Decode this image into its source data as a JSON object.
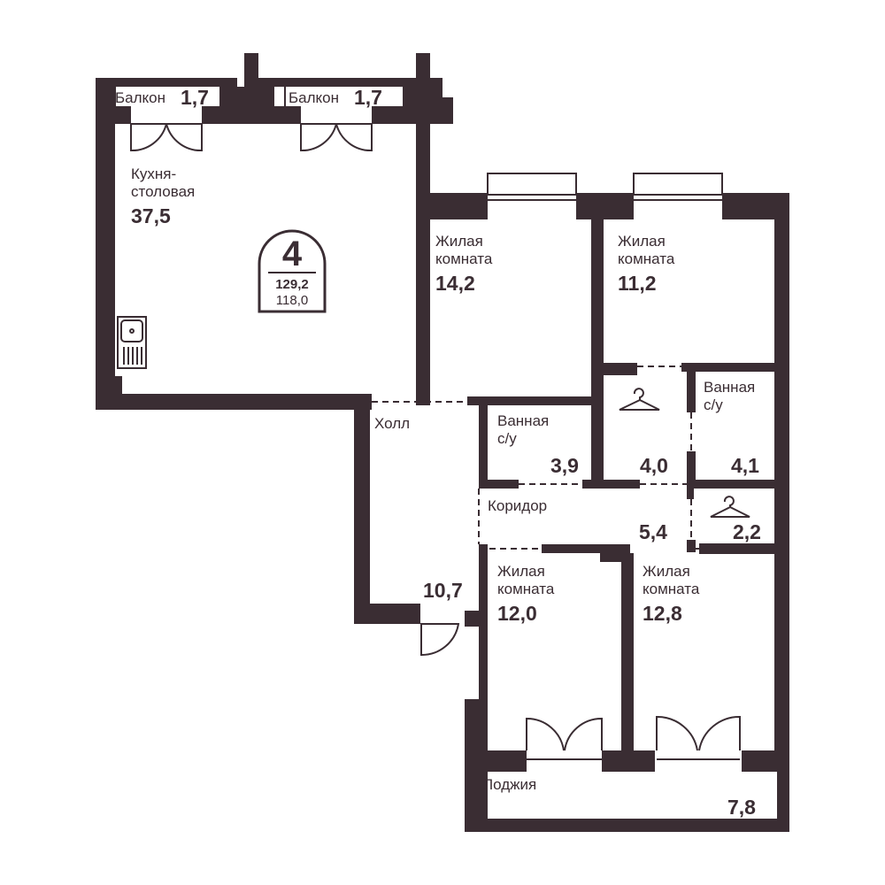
{
  "colors": {
    "wall": "#3a2d33",
    "background": "#ffffff"
  },
  "badge": {
    "rooms": "4",
    "total_area": "129,2",
    "living_area": "118,0"
  },
  "rooms": {
    "balcony_1": {
      "label": "Балкон",
      "area": "1,7"
    },
    "balcony_2": {
      "label": "Балкон",
      "area": "1,7"
    },
    "kitchen": {
      "label_line1": "Кухня-",
      "label_line2": "столовая",
      "area": "37,5"
    },
    "living_1": {
      "label_line1": "Жилая",
      "label_line2": "комната",
      "area": "14,2"
    },
    "living_2": {
      "label_line1": "Жилая",
      "label_line2": "комната",
      "area": "11,2"
    },
    "hall": {
      "label": "Холл",
      "area": "10,7"
    },
    "bath_1": {
      "label_line1": "Ванная",
      "label_line2": "с/у",
      "area": "3,9"
    },
    "wardrobe_1": {
      "area": "4,0",
      "icon": "hanger-icon"
    },
    "bath_2": {
      "label_line1": "Ванная",
      "label_line2": "с/у",
      "area": "4,1"
    },
    "corridor": {
      "label": "Коридор",
      "area": "5,4"
    },
    "wardrobe_2": {
      "area": "2,2",
      "icon": "hanger-icon"
    },
    "living_3": {
      "label_line1": "Жилая",
      "label_line2": "комната",
      "area": "12,0"
    },
    "living_4": {
      "label_line1": "Жилая",
      "label_line2": "комната",
      "area": "12,8"
    },
    "loggia": {
      "label": "Лоджия",
      "area": "7,8"
    }
  }
}
